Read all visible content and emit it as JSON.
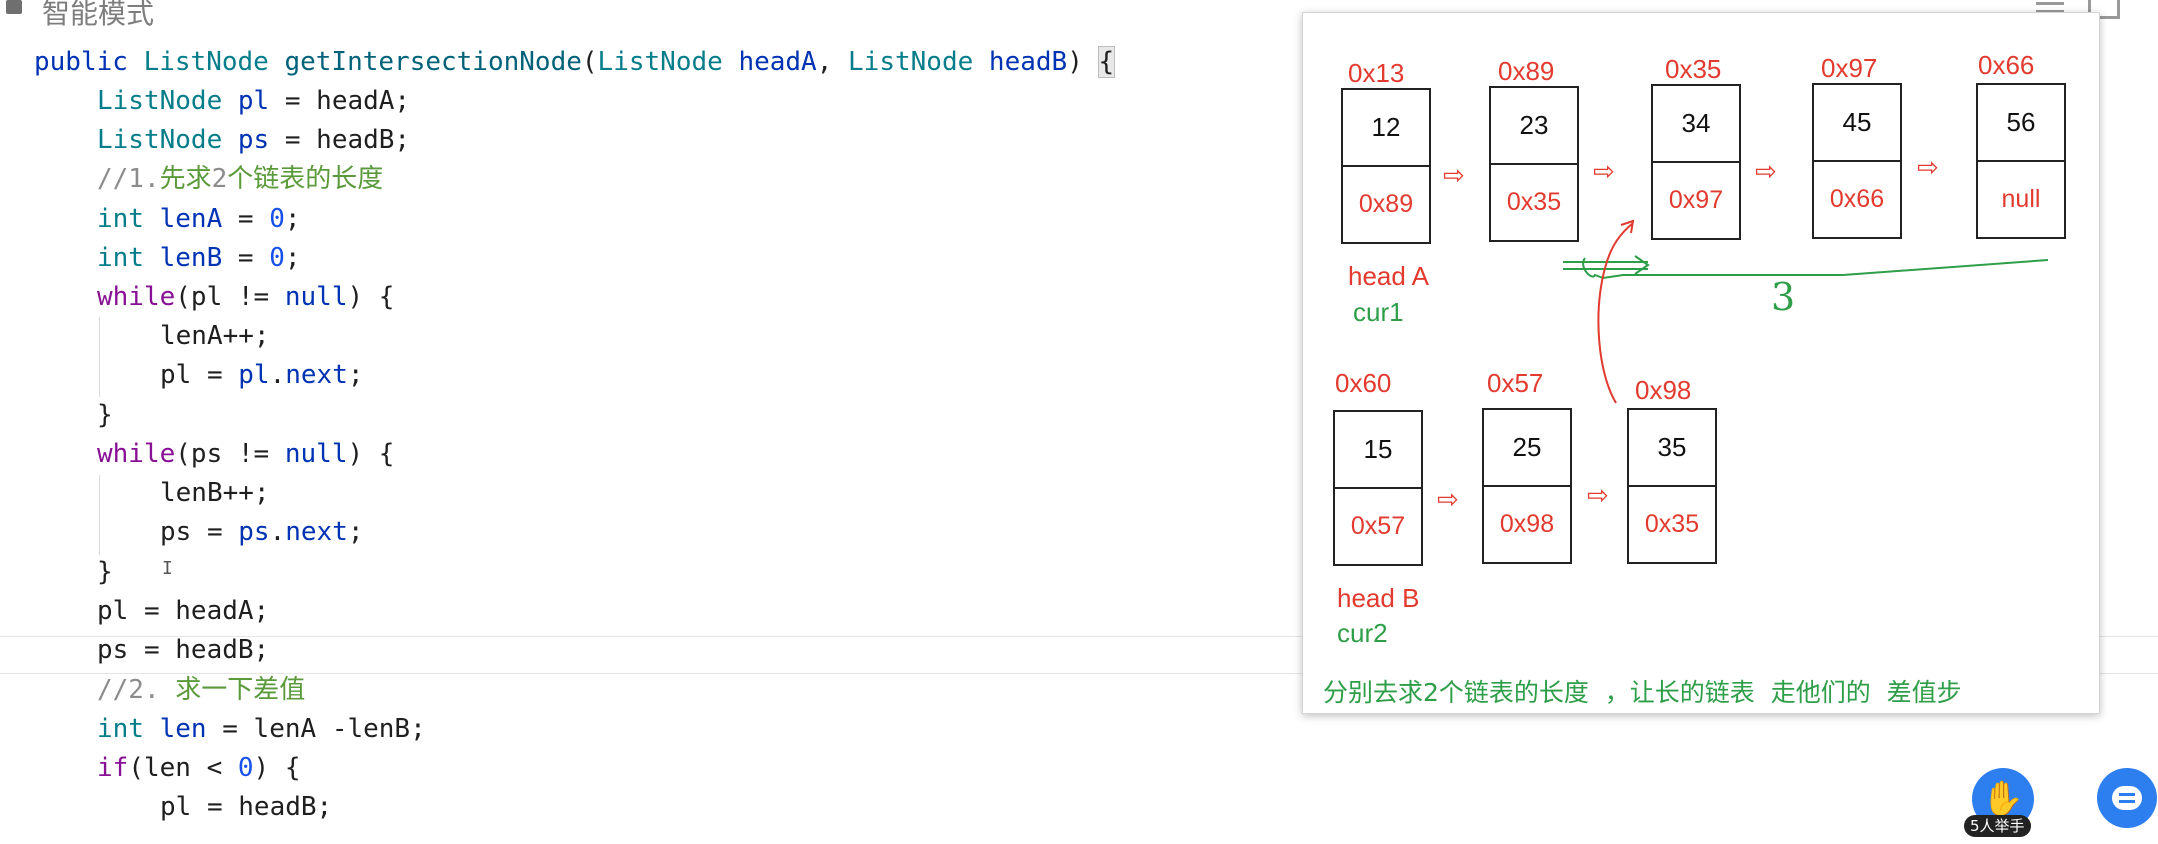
{
  "mode_label": "智能模式",
  "code_lines": [
    "public ListNode getIntersectionNode(ListNode headA, ListNode headB) {",
    "ListNode pl = headA;",
    "ListNode ps = headB;",
    "//1.先求2个链表的长度",
    "int lenA = 0;",
    "int lenB = 0;",
    "while(pl != null) {",
    "lenA++;",
    "pl = pl.next;",
    "}",
    "while(ps != null) {",
    "lenB++;",
    "ps = ps.next;",
    "}",
    "pl = headA;",
    "ps = headB;",
    "//2. 求一下差值",
    "int len = lenA -lenB;",
    "if(len < 0) {",
    "pl = headB;"
  ],
  "diagram": {
    "list_a": [
      {
        "addr": "0x13",
        "val": "12",
        "next": "0x89"
      },
      {
        "addr": "0x89",
        "val": "23",
        "next": "0x35"
      },
      {
        "addr": "0x35",
        "val": "34",
        "next": "0x97"
      },
      {
        "addr": "0x97",
        "val": "45",
        "next": "0x66"
      },
      {
        "addr": "0x66",
        "val": "56",
        "next": "null"
      }
    ],
    "list_b": [
      {
        "addr": "0x60",
        "val": "15",
        "next": "0x57"
      },
      {
        "addr": "0x57",
        "val": "25",
        "next": "0x98"
      },
      {
        "addr": "0x98",
        "val": "35",
        "next": "0x35"
      }
    ],
    "head_a": "head A",
    "cur1": "cur1",
    "head_b": "head B",
    "cur2": "cur2",
    "step_number": "3",
    "note": "分别去求2个链表的长度  ，让长的链表  走他们的  差值步"
  },
  "participants_badge": "5人举手",
  "colors": {
    "red": "#e23a2e",
    "green": "#2e9e48",
    "accent": "#2d7ff0"
  }
}
